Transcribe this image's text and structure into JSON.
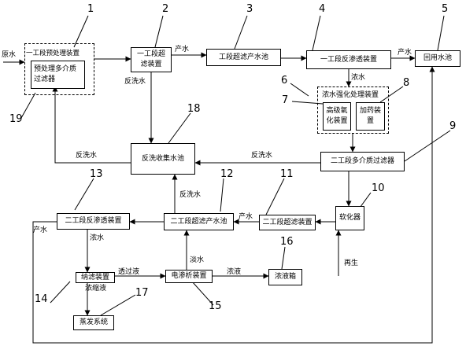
{
  "labels": {
    "raw_water": "原水",
    "pre_group_title": "一工段预处理装置",
    "pre_filter": "预处理多介质过滤器",
    "uf1": "一工段超滤装置",
    "uf_tank1": "工段超滤产水池",
    "ro1": "一工段反渗透装置",
    "reuse_tank": "回用水池",
    "conc_group_title": "浓水强化处理装置",
    "adv_oxidation": "高级氧化装置",
    "dosing": "加药装置",
    "backwash_tank": "反洗收集水池",
    "mmf2": "二工段多介质过滤器",
    "ro2": "二工段反渗透装置",
    "uf_tank2": "二工段超滤产水池",
    "uf2": "二工段超滤装置",
    "softener": "软化器",
    "nf": "纳滤装置",
    "ed": "电渗析装置",
    "conc_tank": "浓液箱",
    "evap": "蒸发系统"
  },
  "flows": {
    "product_uf1": "产水",
    "product_ro1": "产水",
    "backwash_uf1": "反洗水",
    "conc_ro1": "浓水",
    "backwash_pre": "反洗水",
    "backwash_mmf": "反洗水",
    "backwash_uf2": "反洗水",
    "product_uf2": "产水",
    "conc_ro2": "浓水",
    "product_ro2": "产水",
    "permeate_nf": "透过液",
    "retentate_nf": "浓缩液",
    "fresh_ed": "淡水",
    "conc_ed": "浓液",
    "regen": "再生"
  },
  "numbers": [
    "1",
    "2",
    "3",
    "4",
    "5",
    "6",
    "7",
    "8",
    "9",
    "10",
    "11",
    "12",
    "13",
    "14",
    "15",
    "16",
    "17",
    "18",
    "19"
  ]
}
